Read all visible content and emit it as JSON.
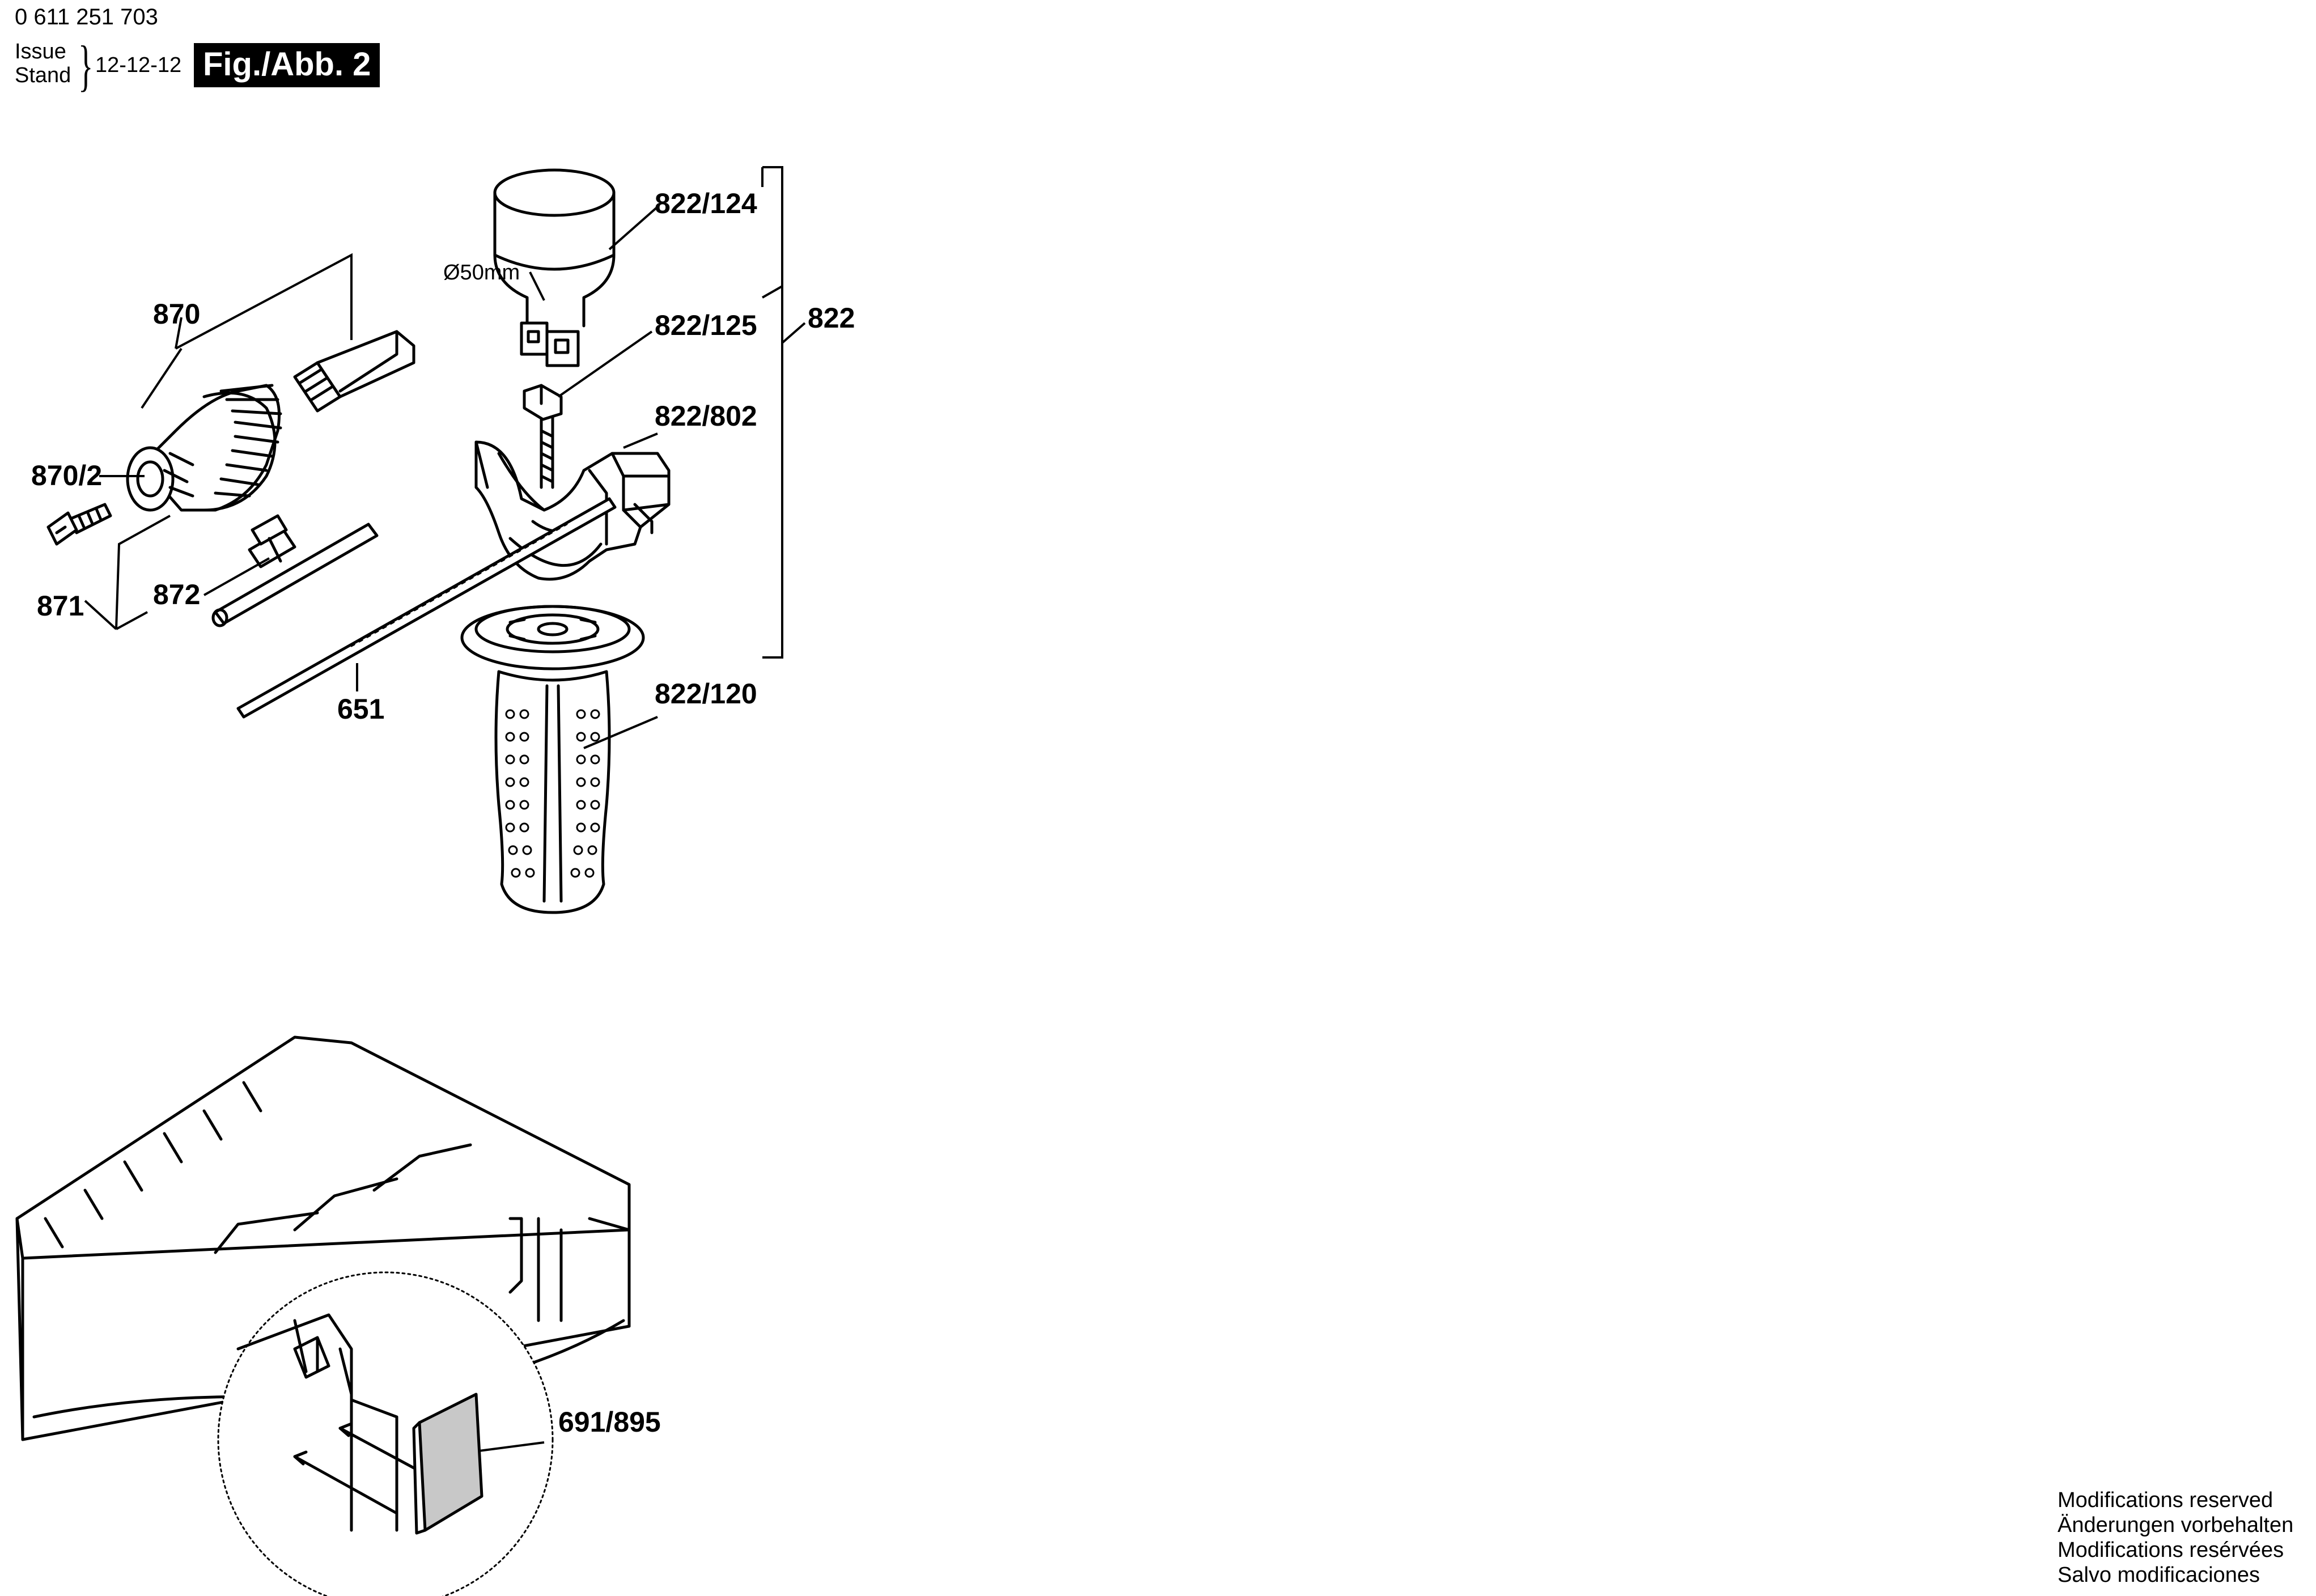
{
  "header": {
    "doc_number": "0 611 251 703",
    "issue_label_en": "Issue",
    "issue_label_de": "Stand",
    "issue_date": "12-12-12",
    "figure_label": "Fig./Abb. 2"
  },
  "diagram": {
    "dimension_note": "Ø50mm",
    "parts": [
      {
        "id": "822/124"
      },
      {
        "id": "822/125"
      },
      {
        "id": "822"
      },
      {
        "id": "822/802"
      },
      {
        "id": "822/120"
      },
      {
        "id": "870"
      },
      {
        "id": "870/2"
      },
      {
        "id": "871"
      },
      {
        "id": "872"
      },
      {
        "id": "651"
      },
      {
        "id": "691/895"
      }
    ]
  },
  "footer": {
    "modifications": [
      "Modifications reserved",
      "Änderungen vorbehalten",
      "Modifications resérvées",
      "Salvo modificaciones"
    ]
  }
}
